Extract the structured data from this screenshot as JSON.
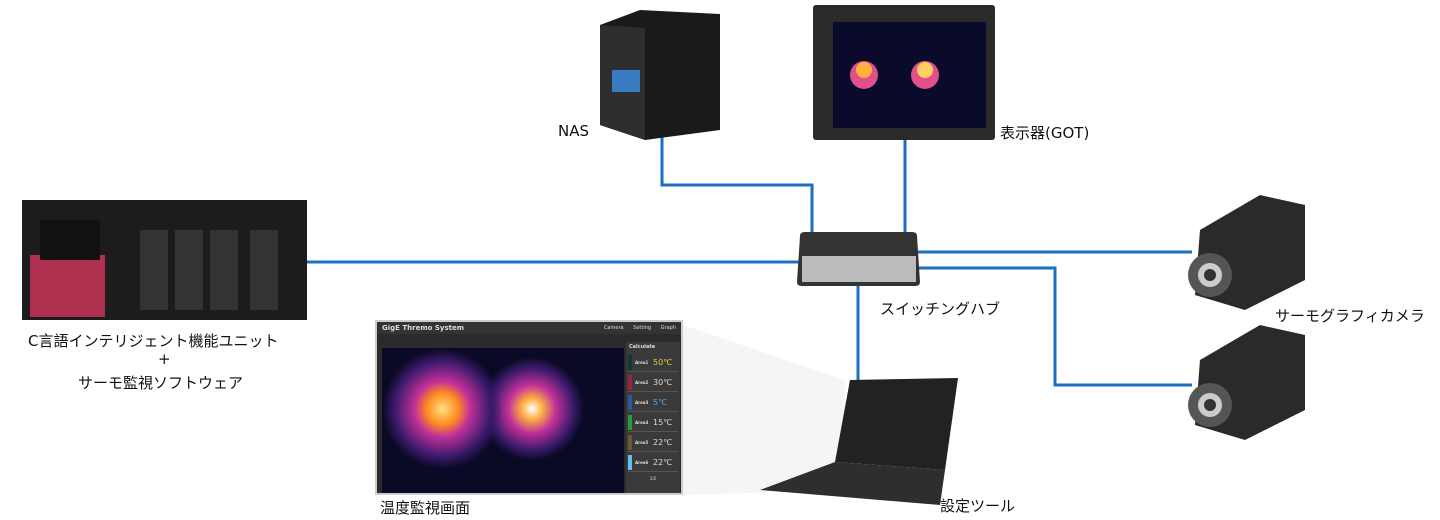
{
  "labels": {
    "plc_line1": "C言語インテリジェント機能ユニット",
    "plc_plus": "+",
    "plc_line2": "サーモ監視ソフトウェア",
    "nas": "NAS",
    "got": "表示器(GOT)",
    "switch": "スイッチングハブ",
    "camera": "サーモグラフィカメラ",
    "monitor_screen": "温度監視画面",
    "setup_tool": "設定ツール"
  },
  "thermo_app": {
    "title": "GigE Thremo System",
    "menu": [
      "Camera",
      "Setting",
      "Graph"
    ],
    "panel_title": "Calculate",
    "areas": [
      {
        "name": "Area1",
        "temp": "50℃",
        "color": "#0a3a3a",
        "text_color": "#e8d040"
      },
      {
        "name": "Area2",
        "temp": "30℃",
        "color": "#a02040",
        "text_color": "#dddddd"
      },
      {
        "name": "Area3",
        "temp": "5℃",
        "color": "#2a5a9a",
        "text_color": "#40b0ff"
      },
      {
        "name": "Area4",
        "temp": "15℃",
        "color": "#20a040",
        "text_color": "#dddddd"
      },
      {
        "name": "Area5",
        "temp": "22℃",
        "color": "#6a5a30",
        "text_color": "#dddddd"
      },
      {
        "name": "Area6",
        "temp": "22℃",
        "color": "#60c0f0",
        "text_color": "#dddddd"
      }
    ],
    "page": "1/2"
  },
  "colors": {
    "link": "#1a6fc0"
  }
}
